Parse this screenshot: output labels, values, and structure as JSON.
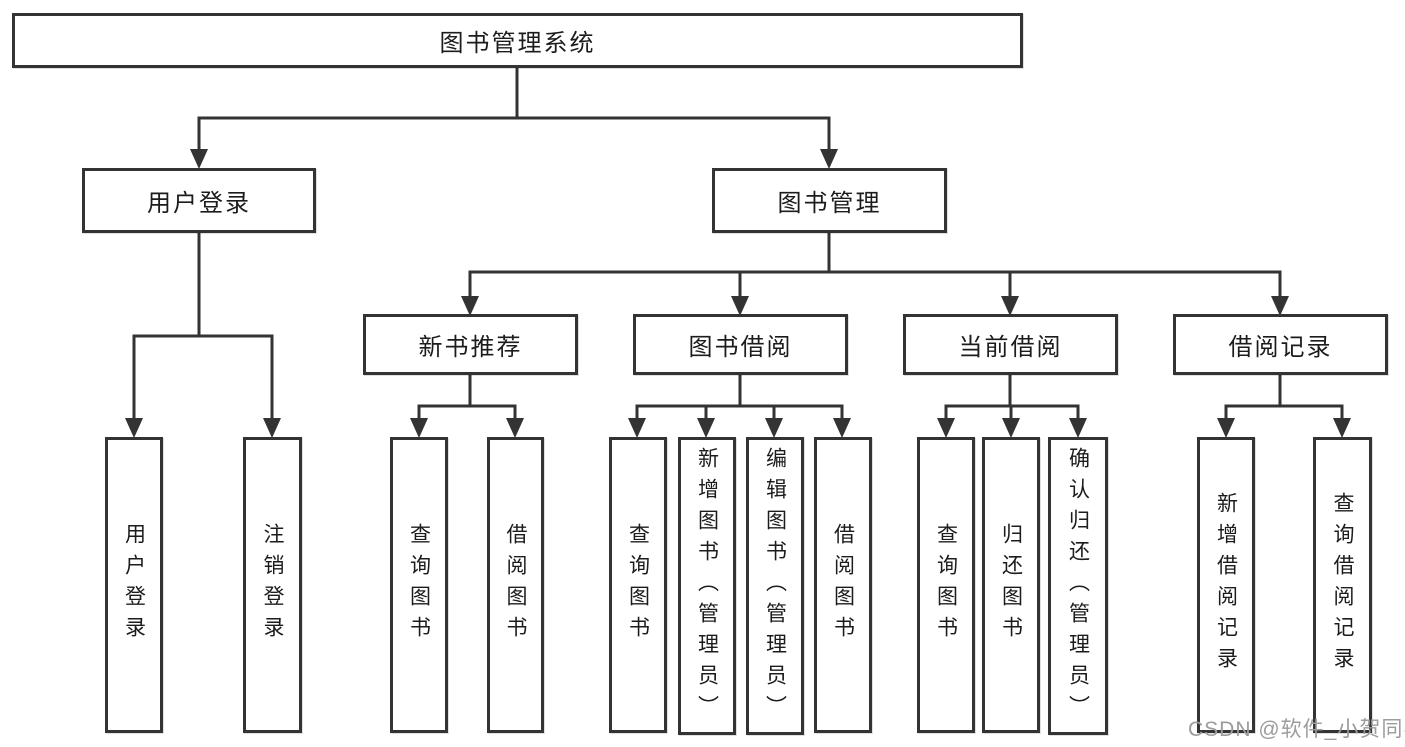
{
  "root": {
    "label": "图书管理系统"
  },
  "branches": [
    {
      "label": "用户登录",
      "children": [
        {
          "label": "用户登录"
        },
        {
          "label": "注销登录"
        }
      ]
    },
    {
      "label": "图书管理",
      "children": [
        {
          "label": "新书推荐",
          "children": [
            {
              "label": "查询图书"
            },
            {
              "label": "借阅图书"
            }
          ]
        },
        {
          "label": "图书借阅",
          "children": [
            {
              "label": "查询图书"
            },
            {
              "label": "新增图书（管理员）"
            },
            {
              "label": "编辑图书（管理员）"
            },
            {
              "label": "借阅图书"
            }
          ]
        },
        {
          "label": "当前借阅",
          "children": [
            {
              "label": "查询图书"
            },
            {
              "label": "归还图书"
            },
            {
              "label": "确认归还（管理员）"
            }
          ]
        },
        {
          "label": "借阅记录",
          "children": [
            {
              "label": "新增借阅记录"
            },
            {
              "label": "查询借阅记录"
            }
          ]
        }
      ]
    }
  ],
  "watermark": "CSDN @软件_小贺同学",
  "colors": {
    "line": "#333333",
    "text": "#1c1c1c",
    "watermark": "#9c9c9c"
  }
}
